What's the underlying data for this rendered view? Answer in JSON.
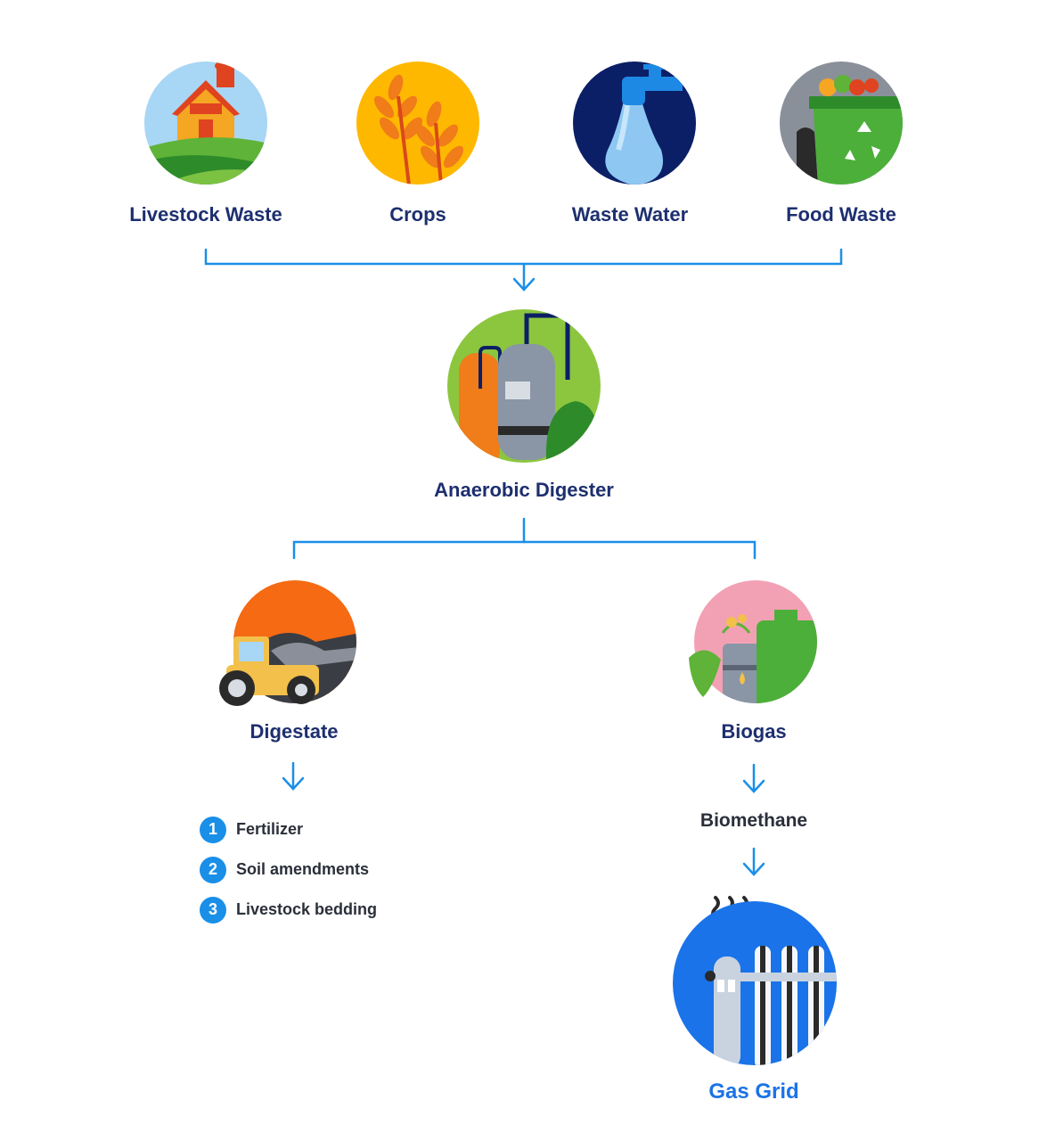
{
  "sources": [
    {
      "label": "Livestock Waste",
      "icon": "barn-icon"
    },
    {
      "label": "Crops",
      "icon": "wheat-icon"
    },
    {
      "label": "Waste Water",
      "icon": "faucet-icon"
    },
    {
      "label": "Food Waste",
      "icon": "recycling-bin-icon"
    }
  ],
  "digester": {
    "label": "Anaerobic Digester",
    "icon": "digester-tank-icon"
  },
  "digestate": {
    "label": "Digestate",
    "icon": "tractor-icon",
    "uses": [
      {
        "num": "1",
        "label": "Fertilizer"
      },
      {
        "num": "2",
        "label": "Soil amendments"
      },
      {
        "num": "3",
        "label": "Livestock bedding"
      }
    ]
  },
  "biogas": {
    "label": "Biogas",
    "icon": "fuel-can-icon"
  },
  "biomethane": {
    "label": "Biomethane"
  },
  "gas_grid": {
    "label": "Gas Grid",
    "icon": "radiator-icon"
  },
  "colors": {
    "connector": "#1a8fe8",
    "label": "#1d2f6f",
    "accent": "#1a73e8"
  }
}
